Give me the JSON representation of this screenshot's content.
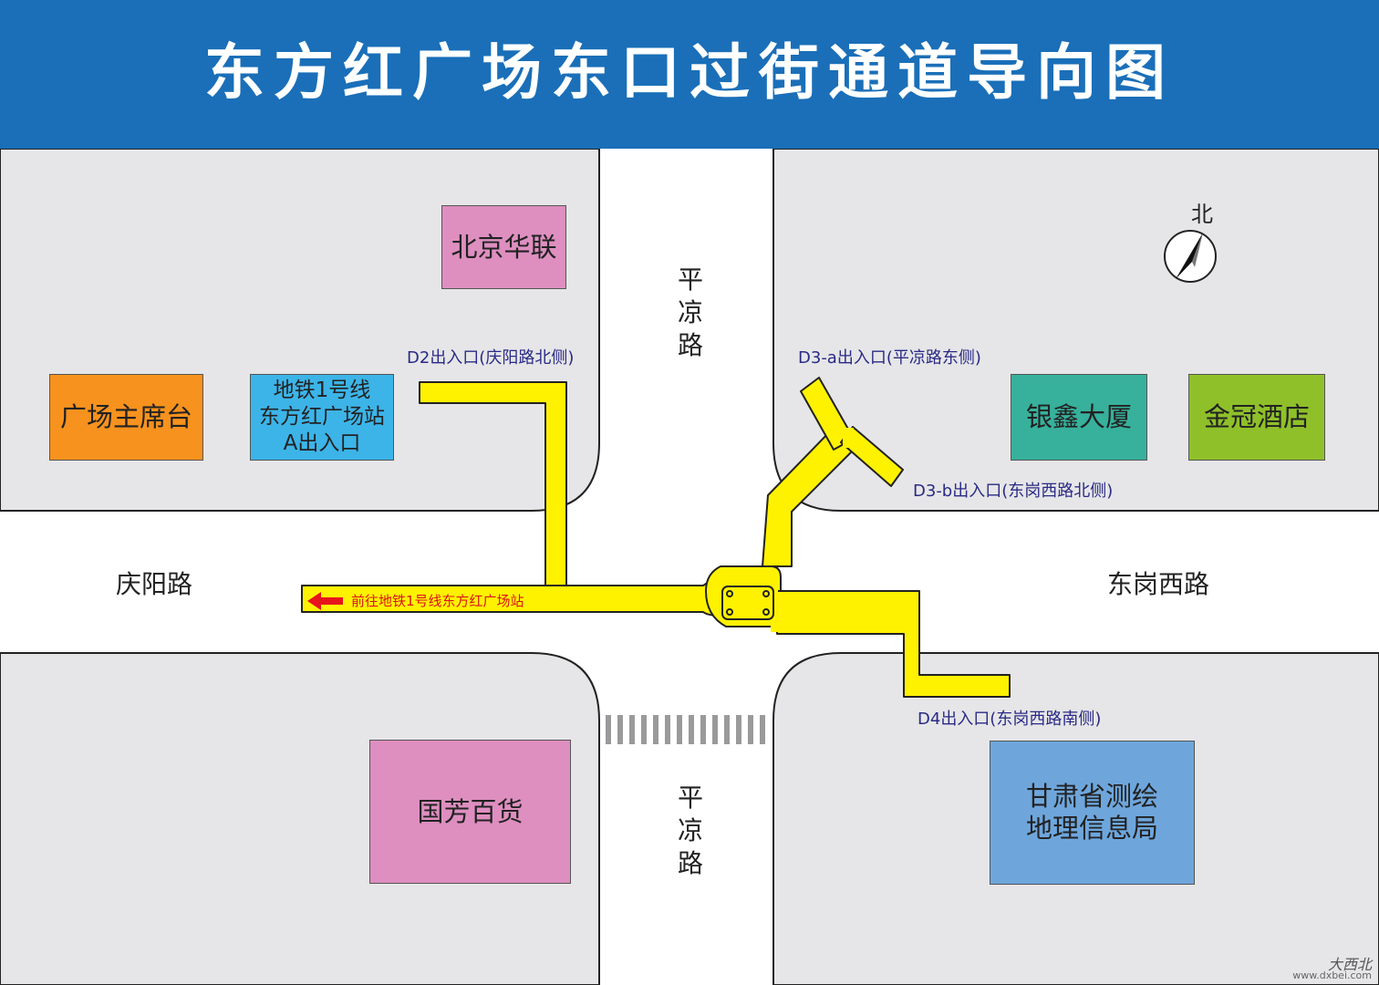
{
  "title": "东方红广场东口过街通道导向图",
  "colors": {
    "banner": "#1a6fb8",
    "block": "#e6e6e8",
    "passage": "#fff200",
    "exit_text": "#2a2a86",
    "arrow": "#e8141b"
  },
  "roads": {
    "north": "平\n凉\n路",
    "south": "平\n凉\n路",
    "west": "庆阳路",
    "east": "东岗西路"
  },
  "buildings": {
    "beijing_hualian": "北京华联",
    "square_rostrum": "广场主席台",
    "metro_a_exit": "地铁1号线\n东方红广场站\nA出入口",
    "yinxin_building": "银鑫大厦",
    "jinguan_hotel": "金冠酒店",
    "guofang_store": "国芳百货",
    "surveying_bureau": "甘肃省测绘\n地理信息局"
  },
  "exits": {
    "d2": "D2出入口(庆阳路北侧)",
    "d3a": "D3-a出入口(平凉路东侧)",
    "d3b": "D3-b出入口(东岗西路北侧)",
    "d4": "D4出入口(东岗西路南侧)"
  },
  "direction": "前往地铁1号线东方红广场站",
  "compass": {
    "label": "北",
    "icon": "north-arrow-icon"
  },
  "watermark": {
    "name": "大西北",
    "url": "www.dxbei.com"
  }
}
